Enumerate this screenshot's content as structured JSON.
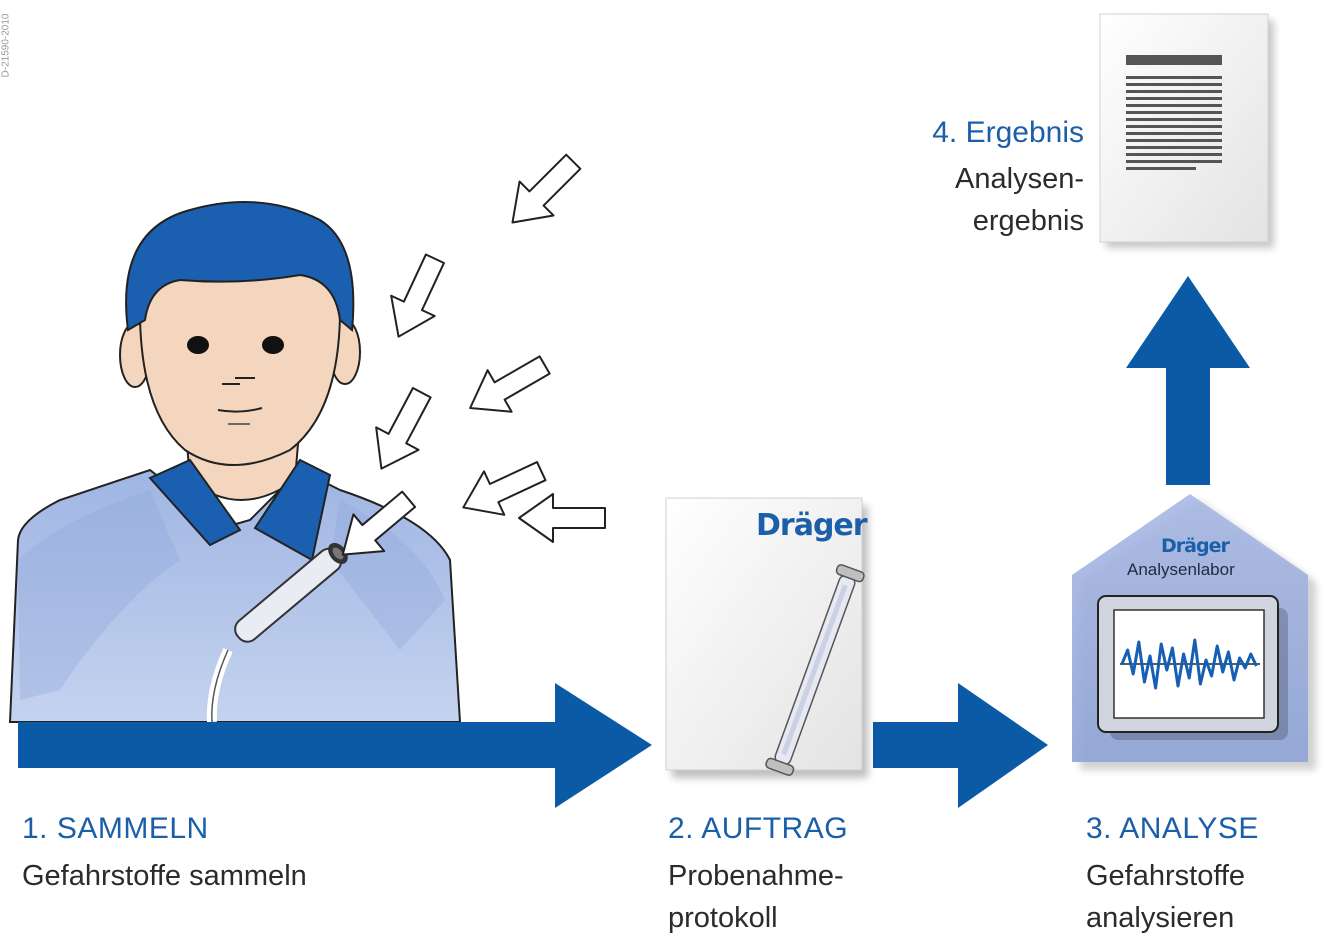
{
  "figure_id": "D-21590-2010",
  "brand": "Dräger",
  "lab_label": "Analysenlabor",
  "steps": [
    {
      "title": "1. SAMMELN",
      "sub1": "Gefahrstoffe sammeln",
      "sub2": ""
    },
    {
      "title": "2. AUFTRAG",
      "sub1": "Probenahme-",
      "sub2": "protokoll"
    },
    {
      "title": "3. ANALYSE",
      "sub1": "Gefahrstoffe",
      "sub2": "analysieren"
    }
  ],
  "result": {
    "title": "4. Ergebnis",
    "sub1": "Analysen-",
    "sub2": "ergebnis"
  },
  "colors": {
    "blue": "#0b5aa6",
    "shirt": "#a9bde6",
    "hair": "#1b5fb0",
    "skin": "#f3d6bd",
    "text_blue": "#1a5fa8"
  },
  "icons": [
    "person-illustration",
    "air-flow-arrow-icon",
    "sampling-tube-icon",
    "document-icon",
    "lab-house-icon",
    "waveform-monitor-icon"
  ]
}
